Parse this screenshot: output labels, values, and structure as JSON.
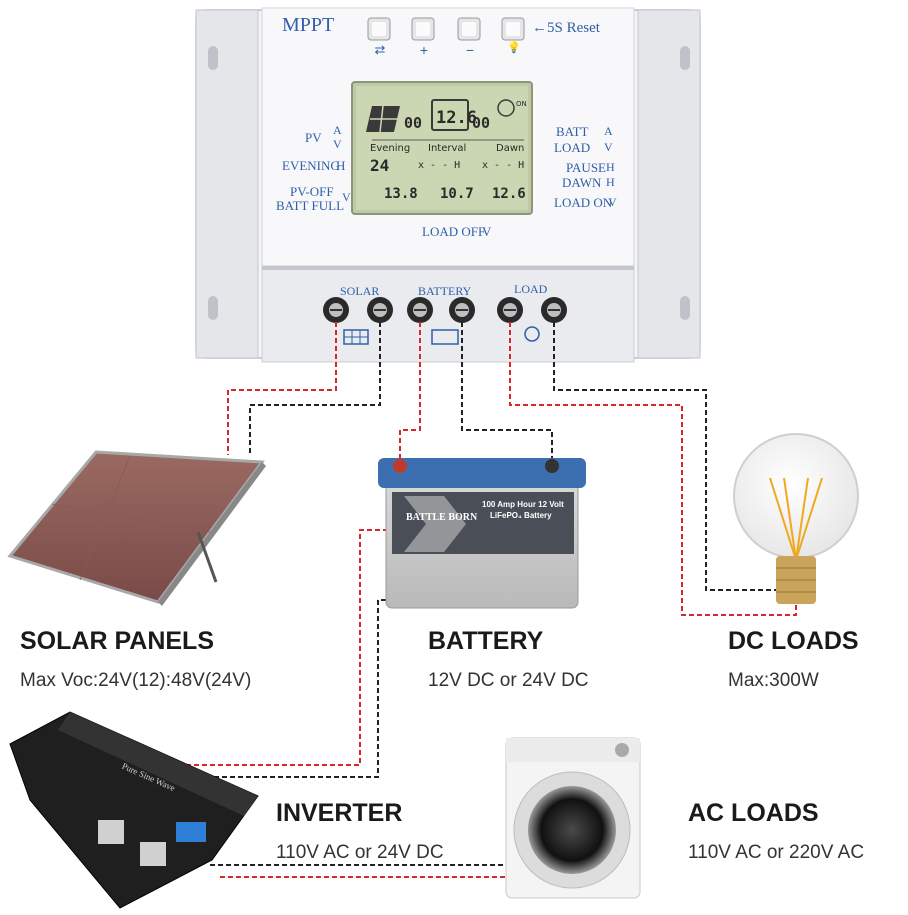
{
  "controller": {
    "brand": "MPPT",
    "reset_label": "←5S Reset",
    "buttons": [
      {
        "symbol": "⇄"
      },
      {
        "symbol": "+"
      },
      {
        "symbol": "−"
      },
      {
        "symbol": "💡"
      }
    ],
    "left_labels": {
      "pv": "PV",
      "pv_a": "A",
      "pv_v": "V",
      "evening": "EVENING",
      "evening_h": "H",
      "pv_off": "PV-OFF",
      "batt_full": "BATT FULL",
      "pv_off_v": "V"
    },
    "right_labels": {
      "batt": "BATT",
      "load": "LOAD",
      "a": "A",
      "v": "V",
      "pause": "PAUSE",
      "dawn": "DAWN",
      "pause_h": "H",
      "dawn_h": "H",
      "load_on": "LOAD ON",
      "load_on_v": "V"
    },
    "load_off_label": "LOAD OFF",
    "load_off_v": "V",
    "lcd": {
      "pv_current": "00",
      "batt_value": "12.6",
      "load_current": "00",
      "on_label": "ON",
      "evening": "Evening",
      "interval": "Interval",
      "dawn": "Dawn",
      "evening_hours": "24",
      "interval_value": "x - - H",
      "dawn_value": "x - - H",
      "pv_off_value": "13.8",
      "load_off_value": "10.7",
      "load_on_value": "12.6"
    },
    "terminal_groups": {
      "solar": "SOLAR",
      "battery": "BATTERY",
      "load": "LOAD"
    }
  },
  "battery_graphic": {
    "brand": "BATTLE BORN",
    "line1": "100 Amp Hour 12 Volt",
    "line2": "LiFePO₄ Battery"
  },
  "inverter_graphic": {
    "panel_text": "Pure Sine Wave"
  },
  "captions": {
    "solar": {
      "title": "SOLAR PANELS",
      "subtitle": "Max Voc:24V(12):48V(24V)"
    },
    "battery": {
      "title": "BATTERY",
      "subtitle": "12V DC or 24V DC"
    },
    "dc_loads": {
      "title": "DC LOADS",
      "subtitle": "Max:300W"
    },
    "inverter": {
      "title": "INVERTER",
      "subtitle": "110V AC or 24V DC"
    },
    "ac_loads": {
      "title": "AC LOADS",
      "subtitle": "110V AC or 220V AC"
    }
  },
  "colors": {
    "positive_wire": "#d9262a",
    "negative_wire": "#222222",
    "lcd_background": "#c9d6b0",
    "label_blue": "#2f5fa8"
  }
}
